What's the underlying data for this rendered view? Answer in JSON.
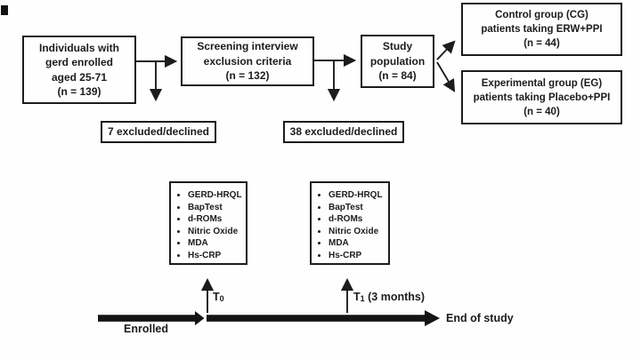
{
  "flowchart": {
    "boxes": {
      "individuals": {
        "lines": [
          "Individuals with",
          "gerd enrolled",
          "aged 25-71",
          "(n = 139)"
        ]
      },
      "screening": {
        "lines": [
          "Screening interview",
          "exclusion criteria",
          "(n = 132)"
        ]
      },
      "population": {
        "lines": [
          "Study",
          "population",
          "(n = 84)"
        ]
      },
      "control": {
        "lines": [
          "Control group (CG)",
          "patients taking ERW+PPI",
          "(n = 44)"
        ]
      },
      "experimental": {
        "lines": [
          "Experimental group (EG)",
          "patients taking Placebo+PPI",
          "(n = 40)"
        ]
      },
      "excluded_first": {
        "label": "7 excluded/declined"
      },
      "excluded_second": {
        "label": "38 excluded/declined"
      }
    },
    "assessments_t0": {
      "items": [
        "GERD-HRQL",
        "BapTest",
        "d-ROMs",
        "Nitric Oxide",
        "MDA",
        "Hs-CRP"
      ]
    },
    "assessments_t1": {
      "items": [
        "GERD-HRQL",
        "BapTest",
        "d-ROMs",
        "Nitric Oxide",
        "MDA",
        "Hs-CRP"
      ]
    }
  },
  "timeline": {
    "enrolled_label": "Enrolled",
    "end_label": "End of study",
    "t0": {
      "base": "T",
      "sub": "0"
    },
    "t1": {
      "base": "T",
      "sub": "1",
      "rest": " (3 months)"
    }
  },
  "colors": {
    "ink": "#1c1c1c",
    "background": "#fefefe"
  }
}
